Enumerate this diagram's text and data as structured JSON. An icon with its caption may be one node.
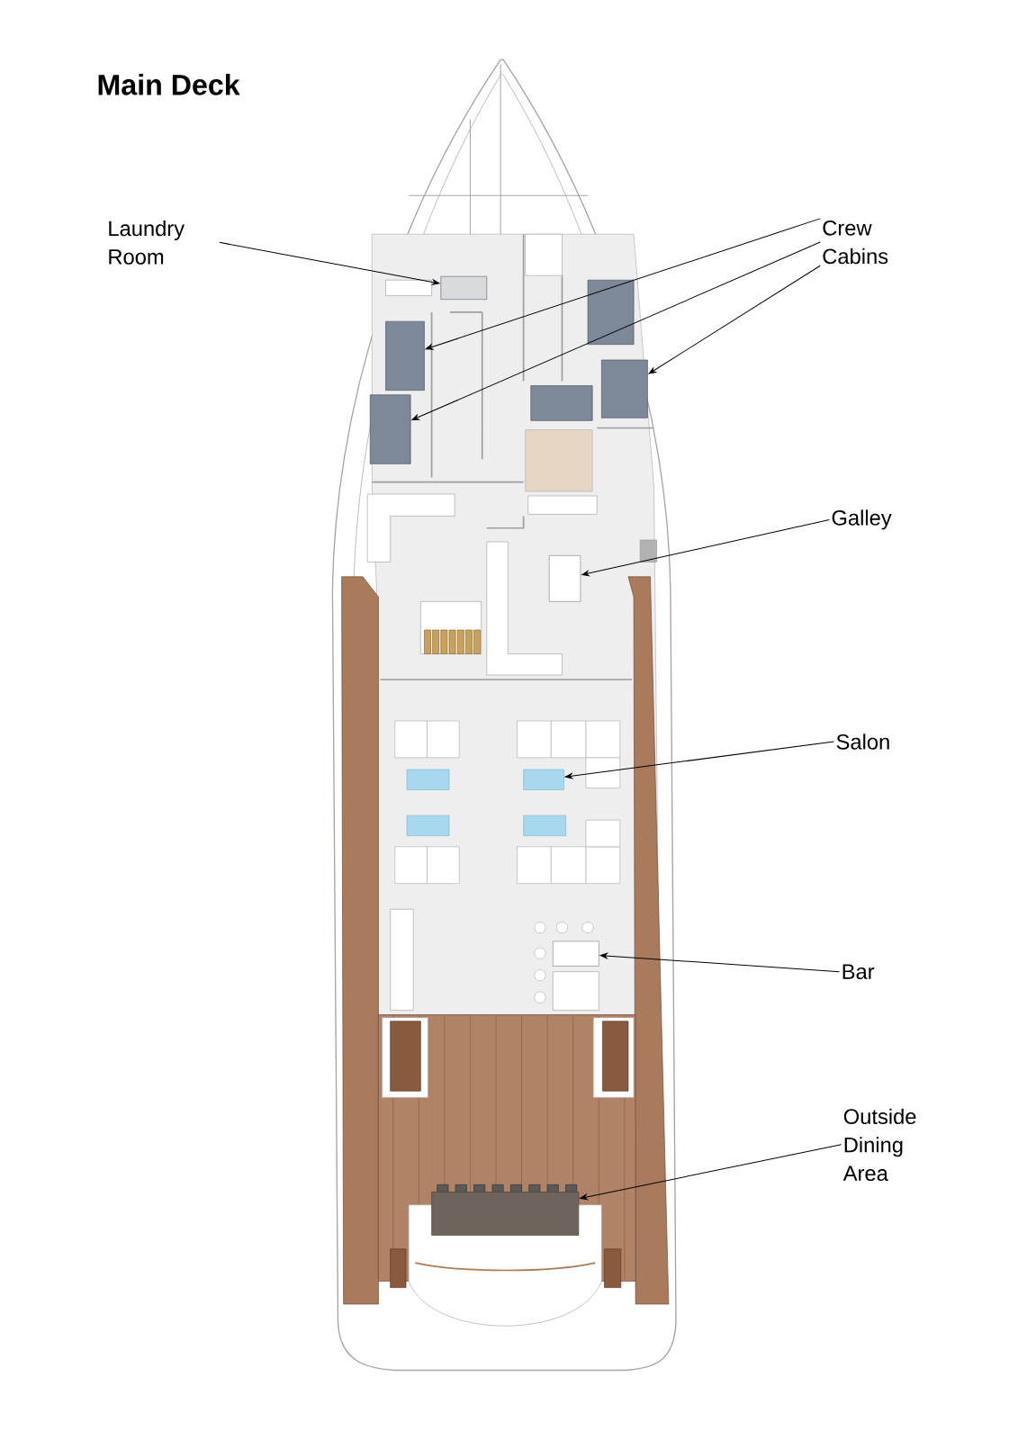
{
  "diagram": {
    "title": "Main Deck",
    "nodes": [
      {
        "text": [
          "Laundry Room"
        ]
      },
      {
        "text": [
          "Crew Cabins"
        ]
      },
      {
        "text": [
          "Galley"
        ]
      },
      {
        "text": [
          "Salon"
        ]
      },
      {
        "text": [
          "Bar"
        ]
      },
      {
        "text": [
          "Outside Dining Area"
        ]
      },
      {
        "text": [],
        "shape": "box"
      },
      {
        "text": [],
        "shape": "box"
      },
      {
        "text": [],
        "shape": "box"
      },
      {
        "text": [],
        "shape": "box"
      },
      {
        "text": [],
        "shape": "box"
      },
      {
        "text": [],
        "shape": "box"
      },
      {
        "text": [],
        "shape": "box"
      },
      {
        "text": [],
        "shape": "box"
      }
    ],
    "edges": [
      {
        "from": 0,
        "to": 6,
        "arrow": "to"
      },
      {
        "from": 1,
        "to": 7,
        "arrow": "to"
      },
      {
        "from": 1,
        "to": 8,
        "arrow": "to"
      },
      {
        "from": 1,
        "to": 9,
        "arrow": "to"
      },
      {
        "from": 2,
        "to": 10,
        "arrow": "to"
      },
      {
        "from": 3,
        "to": 11,
        "arrow": "to"
      },
      {
        "from": 4,
        "to": 12,
        "arrow": "to"
      },
      {
        "from": 5,
        "to": 13,
        "arrow": "to"
      }
    ]
  }
}
